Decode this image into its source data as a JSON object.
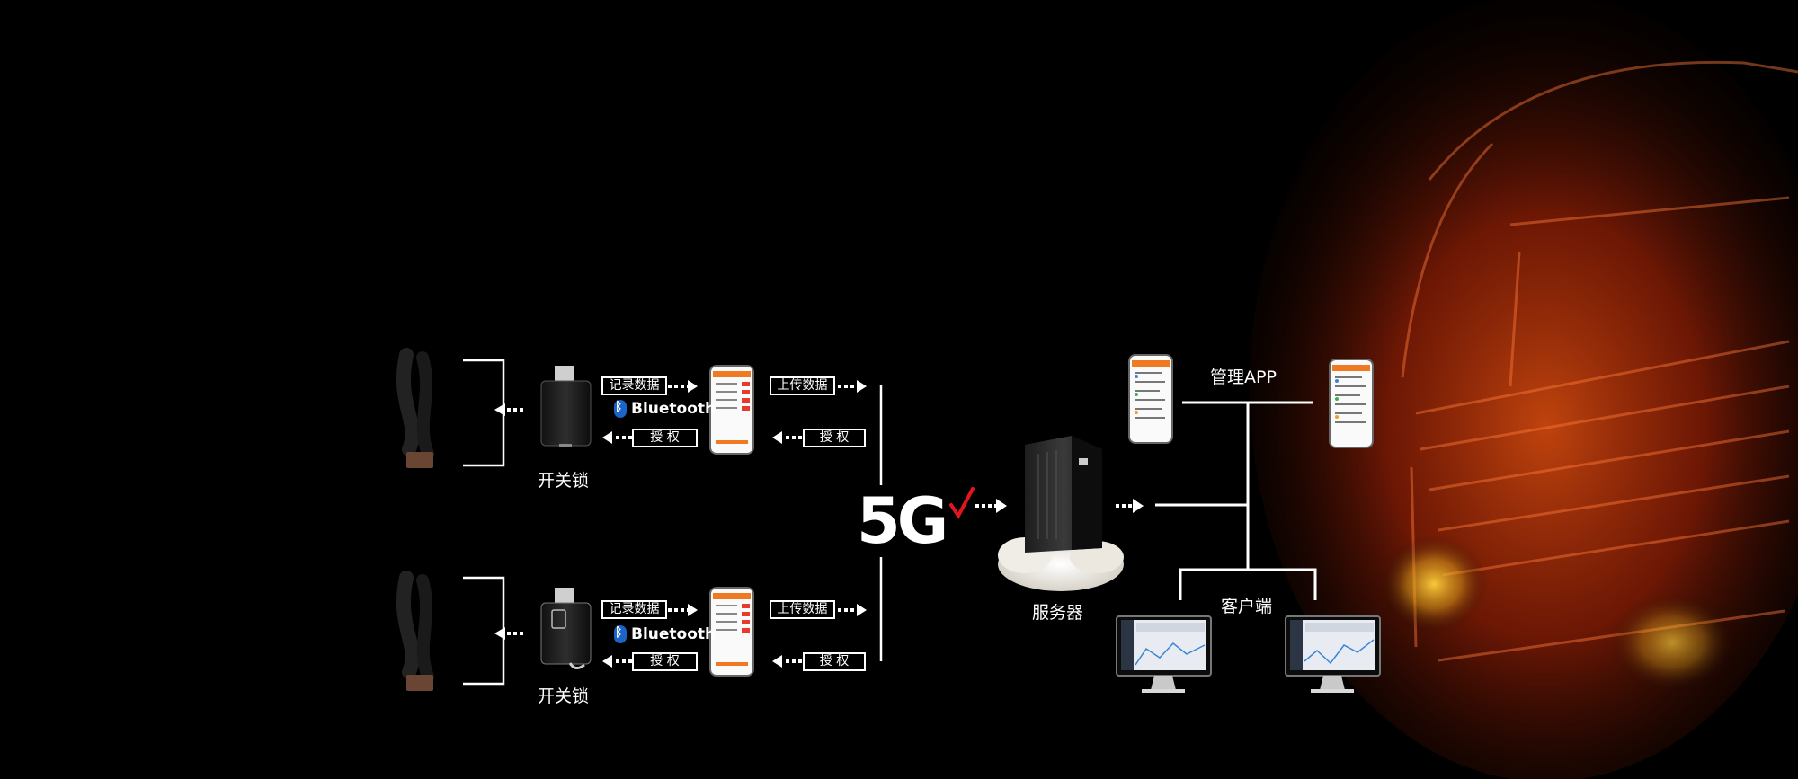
{
  "colors": {
    "background": "#000000",
    "truck_glow": "#e8470f",
    "app_accent": "#f07a22",
    "bluetooth_blue": "#1b64c8",
    "check_red": "#e3161f"
  },
  "lock_rows": [
    {
      "lock_label": "开关锁",
      "record_label": "记录数据",
      "bluetooth_label": "Bluetooth",
      "auth_label_left": "授 权",
      "upload_label": "上传数据",
      "auth_label_right": "授 权"
    },
    {
      "lock_label": "开关锁",
      "record_label": "记录数据",
      "bluetooth_label": "Bluetooth",
      "auth_label_left": "授 权",
      "upload_label": "上传数据",
      "auth_label_right": "授 权"
    }
  ],
  "network": {
    "label": "5G"
  },
  "server": {
    "label": "服务器"
  },
  "management": {
    "label": "管理APP"
  },
  "clients": {
    "label": "客户端"
  }
}
